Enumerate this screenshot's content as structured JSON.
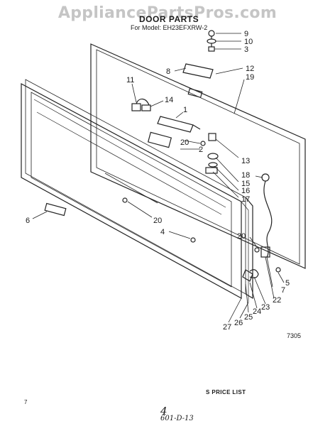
{
  "watermark": "AppliancePartsPros.com",
  "header": {
    "title": "DOOR PARTS",
    "model": "For Model: EH23EFXRW-2"
  },
  "callouts": {
    "c1": "1",
    "c2": "2",
    "c3": "3",
    "c4": "4",
    "c5": "5",
    "c6": "6",
    "c7": "7",
    "c8": "8",
    "c9": "9",
    "c10": "10",
    "c11": "11",
    "c12": "12",
    "c13": "13",
    "c14": "14",
    "c15": "15",
    "c16": "16",
    "c17": "17",
    "c18": "18",
    "c19": "19",
    "c20a": "20",
    "c20b": "20",
    "c20c": "20",
    "c22": "22",
    "c23": "23",
    "c24": "24",
    "c25": "25",
    "c26": "26",
    "c27": "27"
  },
  "footer": {
    "figure_code": "7305",
    "price_list": "S PRICE LIST",
    "corner_mark": "7",
    "handwritten_page": "4",
    "handwritten_code": "601-D-13"
  }
}
